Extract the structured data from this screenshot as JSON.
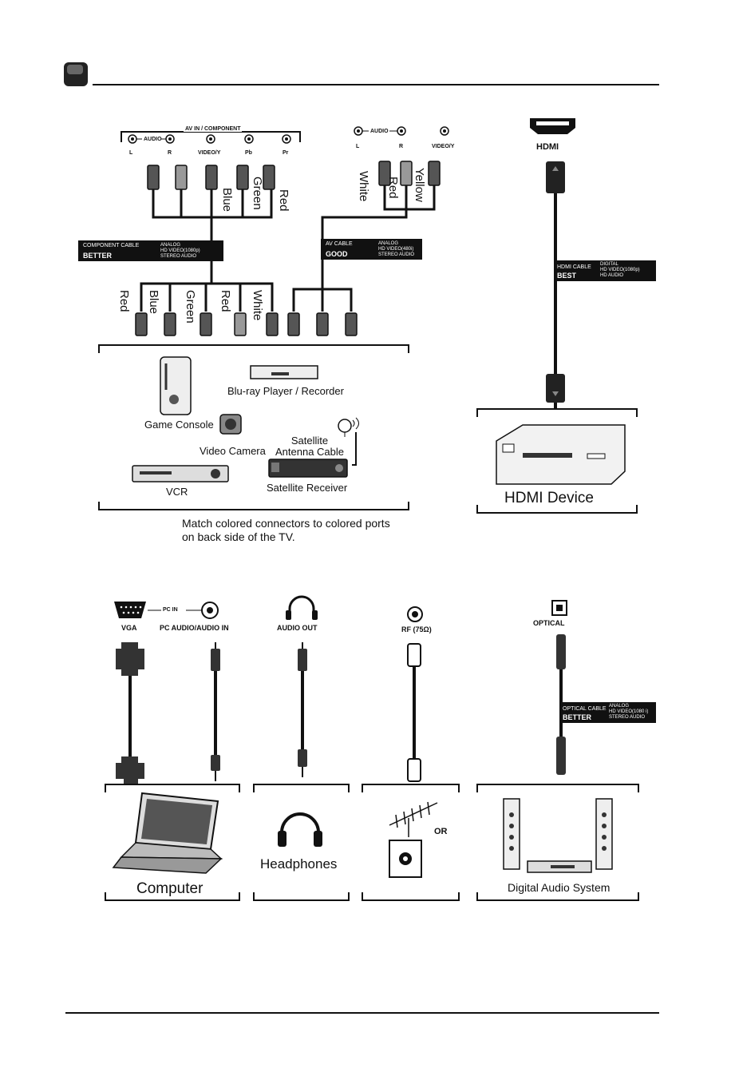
{
  "av_component_panel": {
    "title": "AV IN / COMPONENT",
    "audio_label": "AUDIO",
    "ports": [
      "L",
      "R",
      "VIDEO/Y",
      "Pb",
      "Pr"
    ]
  },
  "av_panel": {
    "audio_label": "AUDIO",
    "ports": [
      "L",
      "R",
      "VIDEO/Y"
    ]
  },
  "hdmi_port_label": "HDMI",
  "component_cable_colors_top": [
    "Blue",
    "Green",
    "Red"
  ],
  "av_cable_colors_top": [
    "White",
    "Red",
    "Yellow"
  ],
  "component_cable_box": {
    "name": "COMPONENT CABLE",
    "grade": "BETTER",
    "specs": "ANALOG\nHD VIDEO(1080p)\nSTEREO AUDIO"
  },
  "av_cable_box": {
    "name": "AV CABLE",
    "grade": "GOOD",
    "specs": "ANALOG\nHD VIDEO(480i)\nSTEREO AUDIO"
  },
  "hdmi_cable_box": {
    "name": "HDMI CABLE",
    "grade": "BEST",
    "specs": "DIGITAL\nHD VIDEO(1080p)\nHD AUDIO"
  },
  "optical_cable_box": {
    "name": "OPTICAL CABLE",
    "grade": "BETTER",
    "specs": "ANALOG\nHD VIDEO(1080 i)\nSTEREO AUDIO"
  },
  "bottom_plug_colors": [
    "Red",
    "Blue",
    "Green",
    "Red",
    "White"
  ],
  "devices": {
    "game_console": "Game Console",
    "bluray": "Blu-ray Player / Recorder",
    "video_camera": "Video Camera",
    "satellite_antenna": "Satellite\nAntenna Cable",
    "vcr": "VCR",
    "satellite_receiver": "Satellite Receiver",
    "hdmi_device": "HDMI Device",
    "computer": "Computer",
    "headphones": "Headphones",
    "or_label": "OR",
    "digital_audio": "Digital Audio System"
  },
  "note": "Match colored connectors to colored ports\non back side of the TV.",
  "lower_ports": {
    "pc_in": "PC IN",
    "vga": "VGA",
    "pc_audio": "PC AUDIO/AUDIO IN",
    "audio_out": "AUDIO OUT",
    "rf": "RF (75Ω)",
    "optical": "OPTICAL"
  }
}
